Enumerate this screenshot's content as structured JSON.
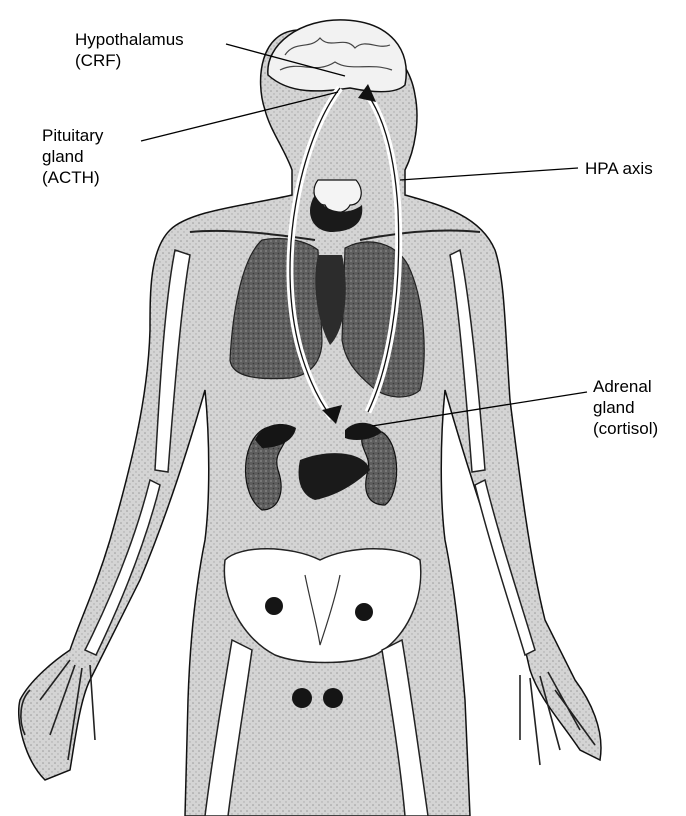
{
  "labels": {
    "hypothalamus": {
      "name": "Hypothalamus",
      "hormone": "(CRF)"
    },
    "pituitary": {
      "line1": "Pituitary",
      "line2": "gland",
      "hormone": "(ACTH)"
    },
    "hpa": {
      "name": "HPA axis"
    },
    "adrenal": {
      "line1": "Adrenal",
      "line2": "gland",
      "hormone": "(cortisol)"
    }
  },
  "colors": {
    "ink": "#000000",
    "body_fill": "#dcdcdc",
    "organ_dark": "#2a2a2a",
    "lung_fill": "#6a6a6a",
    "bone_fill": "#ffffff"
  }
}
